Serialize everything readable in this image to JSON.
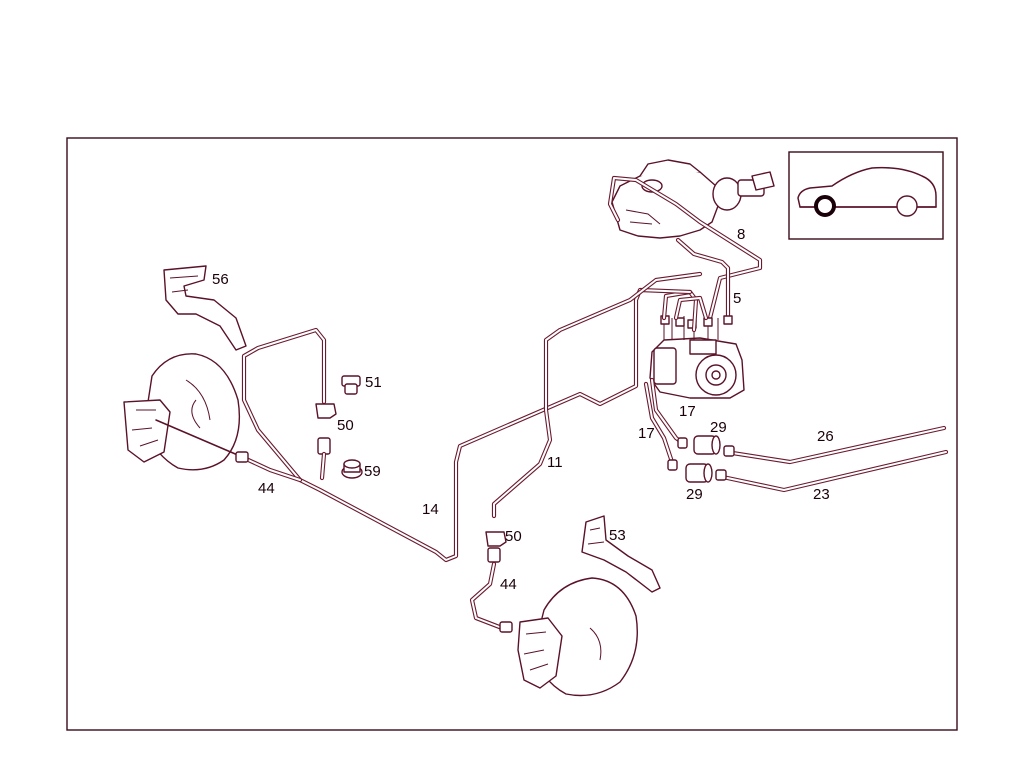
{
  "diagram": {
    "callouts": {
      "c8": "8",
      "c5": "5",
      "c56": "56",
      "c51": "51",
      "c50a": "50",
      "c59": "59",
      "c17a": "17",
      "c29a": "29",
      "c26": "26",
      "c17b": "17",
      "c11": "11",
      "c44a": "44",
      "c14": "14",
      "c50b": "50",
      "c53": "53",
      "c29b": "29",
      "c23": "23",
      "c44b": "44"
    },
    "inset": {
      "highlighted_component": "front-left-wheel"
    },
    "colors": {
      "line": "#5a1228",
      "text": "#1a0008"
    }
  }
}
